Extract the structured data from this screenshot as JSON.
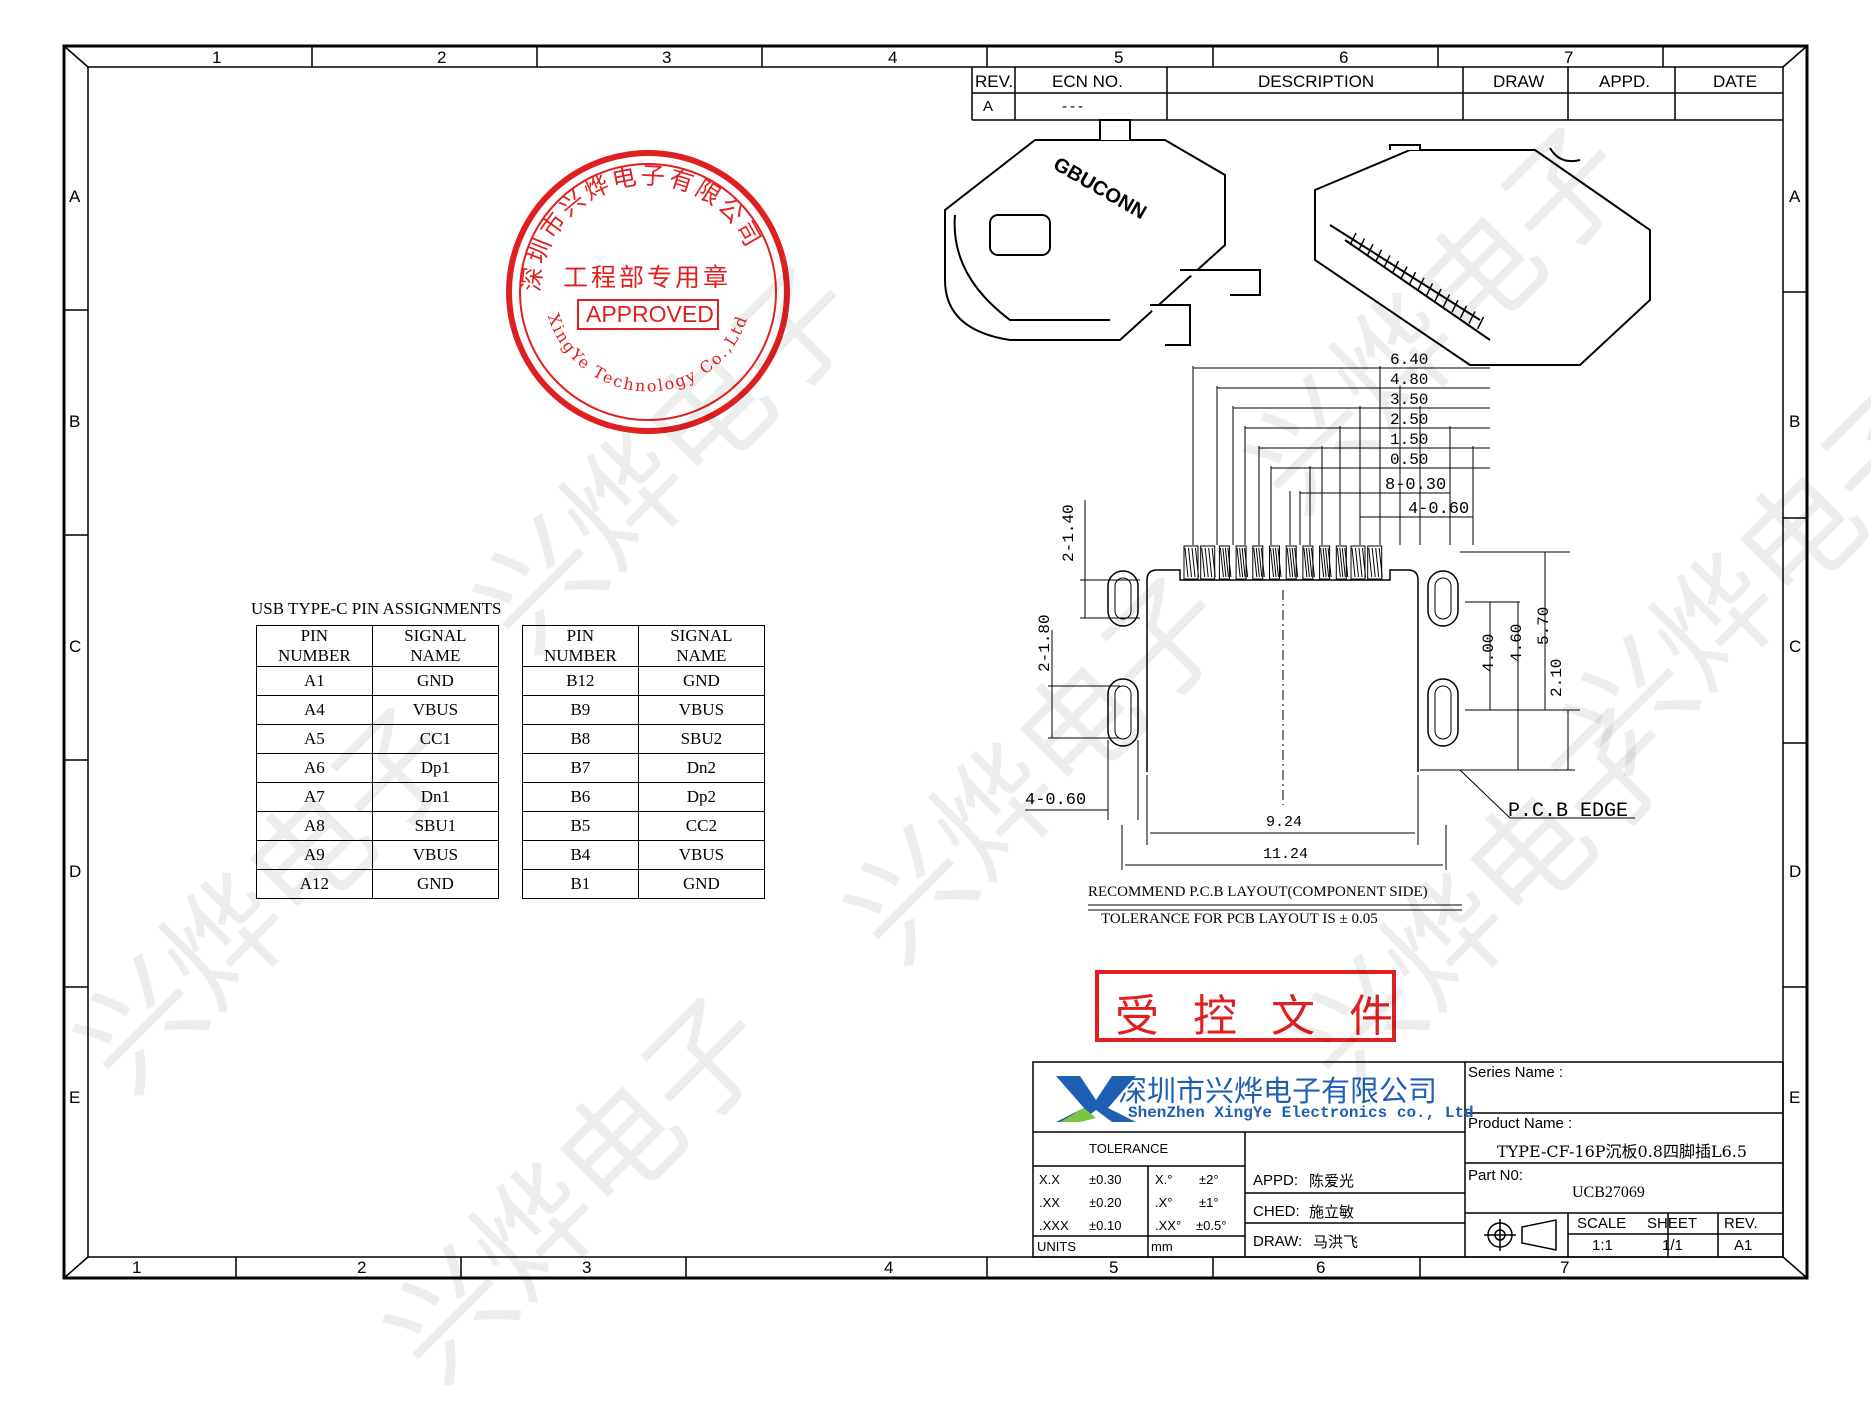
{
  "frame": {
    "top_zones": [
      "1",
      "2",
      "3",
      "4",
      "5",
      "6",
      "7"
    ],
    "bottom_zones": [
      "1",
      "2",
      "3",
      "4",
      "5",
      "6",
      "7"
    ],
    "side_zones": [
      "A",
      "B",
      "C",
      "D",
      "E"
    ]
  },
  "revision_table": {
    "headers": [
      "REV.",
      "ECN NO.",
      "DESCRIPTION",
      "DRAW",
      "APPD.",
      "DATE"
    ],
    "row": [
      "A",
      "---",
      "",
      "",
      "",
      ""
    ]
  },
  "stamp": {
    "ring_text": "深圳市兴烨电子有限公司",
    "ring_text_en": "XingYe Technology Co.,Ltd",
    "center_text": "工程部专用章",
    "approved": "APPROVED",
    "color": "#e02020"
  },
  "pin_assignments": {
    "title": "USB TYPE-C PIN ASSIGNMENTS",
    "headers": [
      "PIN NUMBER",
      "SIGNAL NAME"
    ],
    "left": [
      [
        "A1",
        "GND"
      ],
      [
        "A4",
        "VBUS"
      ],
      [
        "A5",
        "CC1"
      ],
      [
        "A6",
        "Dp1"
      ],
      [
        "A7",
        "Dn1"
      ],
      [
        "A8",
        "SBU1"
      ],
      [
        "A9",
        "VBUS"
      ],
      [
        "A12",
        "GND"
      ]
    ],
    "right": [
      [
        "B12",
        "GND"
      ],
      [
        "B9",
        "VBUS"
      ],
      [
        "B8",
        "SBU2"
      ],
      [
        "B7",
        "Dn2"
      ],
      [
        "B6",
        "Dp2"
      ],
      [
        "B5",
        "CC2"
      ],
      [
        "B4",
        "VBUS"
      ],
      [
        "B1",
        "GND"
      ]
    ]
  },
  "connector_brand": "GBUCONN",
  "pcb_layout": {
    "top_dims": [
      "6.40",
      "4.80",
      "3.50",
      "2.50",
      "1.50",
      "0.50",
      "8-0.30",
      "4-0.60"
    ],
    "left_dims": [
      "2-1.40",
      "2-1.80",
      "4-0.60"
    ],
    "right_dims": [
      "4.00",
      "4.60",
      "5.70",
      "2.10"
    ],
    "bottom_dims": [
      "9.24",
      "11.24"
    ],
    "edge_label": "P.C.B EDGE",
    "title": "RECOMMEND P.C.B LAYOUT(COMPONENT SIDE)",
    "tolerance_note": "TOLERANCE FOR PCB LAYOUT IS ± 0.05"
  },
  "controlled_stamp": "受 控 文 件",
  "title_block": {
    "company_cn": "深圳市兴烨电子有限公司",
    "company_en": "ShenZhen XingYe Electronics co., Ltd",
    "tolerance_header": "TOLERANCE",
    "tolerances": [
      [
        "X.X",
        "±0.30",
        "X.°",
        "±2°"
      ],
      [
        ".XX",
        "±0.20",
        ".X°",
        "±1°"
      ],
      [
        ".XXX",
        "±0.10",
        ".XX°",
        "±0.5°"
      ]
    ],
    "units_label": "UNITS",
    "units_value": "mm",
    "appd_label": "APPD:",
    "appd_name": "陈爱光",
    "ched_label": "CHED:",
    "ched_name": "施立敏",
    "draw_label": "DRAW:",
    "draw_name": "马洪飞",
    "series_label": "Series Name :",
    "series_value": "",
    "product_label": "Product Name :",
    "product_value": "TYPE-CF-16P沉板0.8四脚插L6.5",
    "part_label": "Part N0:",
    "part_value": "UCB27069",
    "scale_label": "SCALE",
    "scale_value": "1:1",
    "sheet_label": "SHEET",
    "sheet_value": "1/1",
    "rev_label": "REV.",
    "rev_value": "A1"
  },
  "watermark": "兴烨电子"
}
